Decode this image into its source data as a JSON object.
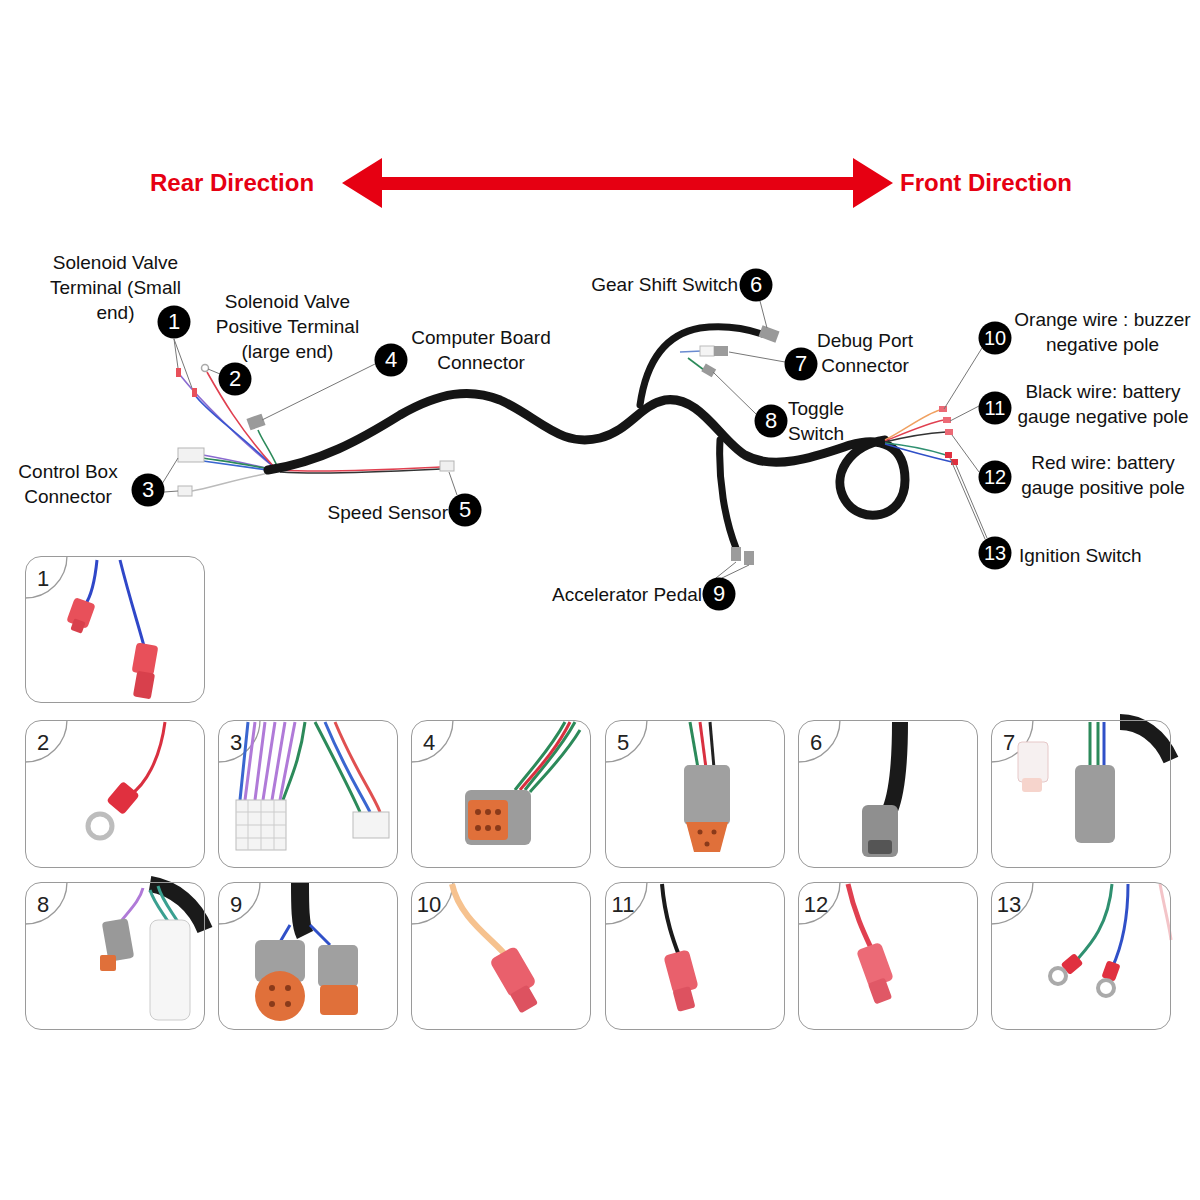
{
  "diagram": {
    "nodes": [
      {
        "text": [
          "1",
          "Solenoid Valve Terminal (Small end)"
        ]
      },
      {
        "text": [
          "2",
          "Solenoid Valve Positive Terminal (large end)"
        ]
      },
      {
        "text": [
          "3",
          "Control Box Connector"
        ]
      },
      {
        "text": [
          "4",
          "Computer Board Connector"
        ]
      },
      {
        "text": [
          "5",
          "Speed Sensor"
        ]
      },
      {
        "text": [
          "6",
          "Gear Shift Switch"
        ]
      },
      {
        "text": [
          "7",
          "Debug Port Connector"
        ]
      },
      {
        "text": [
          "8",
          "Toggle Switch"
        ]
      },
      {
        "text": [
          "9",
          "Accelerator Pedal"
        ]
      },
      {
        "text": [
          "10",
          "Orange wire : buzzer negative pole"
        ]
      },
      {
        "text": [
          "11",
          "Black wire: battery gauge negative pole"
        ]
      },
      {
        "text": [
          "12",
          "Red wire: battery gauge positive pole"
        ]
      },
      {
        "text": [
          "13",
          "Ignition Switch"
        ]
      },
      {
        "text": [
          "1"
        ]
      },
      {
        "text": [
          "2"
        ]
      },
      {
        "text": [
          "3"
        ]
      },
      {
        "text": [
          "4"
        ]
      },
      {
        "text": [
          "5"
        ]
      },
      {
        "text": [
          "6"
        ]
      },
      {
        "text": [
          "7"
        ]
      },
      {
        "text": [
          "8"
        ]
      },
      {
        "text": [
          "9"
        ]
      },
      {
        "text": [
          "10"
        ]
      },
      {
        "text": [
          "11"
        ]
      },
      {
        "text": [
          "12"
        ]
      },
      {
        "text": [
          "13"
        ]
      }
    ],
    "labels": [
      "Rear Direction",
      "Front Direction"
    ]
  }
}
